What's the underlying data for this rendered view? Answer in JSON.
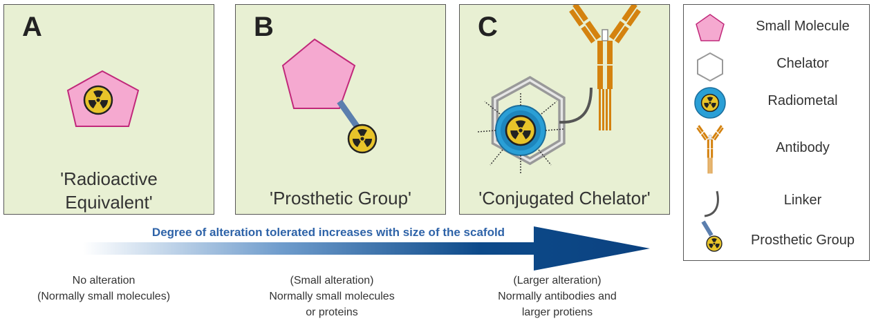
{
  "panels": [
    {
      "letter": "A",
      "caption": "'Radioactive\nEquivalent'"
    },
    {
      "letter": "B",
      "caption": "'Prosthetic Group'"
    },
    {
      "letter": "C",
      "caption": "'Conjugated Chelator'"
    }
  ],
  "legend": [
    {
      "label": "Small Molecule",
      "icon": "pentagon-icon"
    },
    {
      "label": "Chelator",
      "icon": "hexagon-icon"
    },
    {
      "label": "Radiometal",
      "icon": "radiometal-icon"
    },
    {
      "label": "Antibody",
      "icon": "antibody-icon"
    },
    {
      "label": "Linker",
      "icon": "linker-icon"
    },
    {
      "label": "Prosthetic Group",
      "icon": "prosthetic-group-icon"
    }
  ],
  "arrow": {
    "title": "Degree of alteration tolerated increases with size of the scafold"
  },
  "bottom_labels": [
    "No alteration\n(Normally small molecules)",
    "(Small alteration)\nNormally small molecules\nor proteins",
    "(Larger alteration)\nNormally antibodies and\nlarger protiens"
  ],
  "colors": {
    "panel_bg": "#e8f0d3",
    "small_molecule": "#f5a9d0",
    "radiometal": "#2a9fd6",
    "antibody": "#d4820f",
    "radiation_symbol": "#e8c42a",
    "arrow": "#0d4a8a",
    "arrow_title": "#2e63a8"
  }
}
